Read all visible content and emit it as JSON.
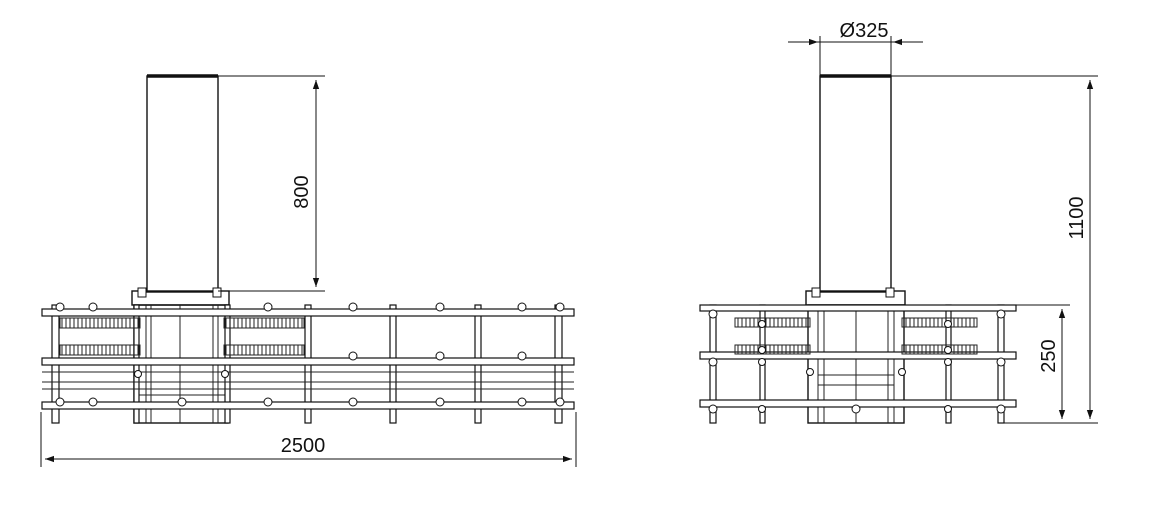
{
  "dimensions": {
    "front_width": "2500",
    "front_height": "800",
    "side_diameter": "Ø325",
    "side_total_height": "1100",
    "side_cage_height": "250"
  }
}
